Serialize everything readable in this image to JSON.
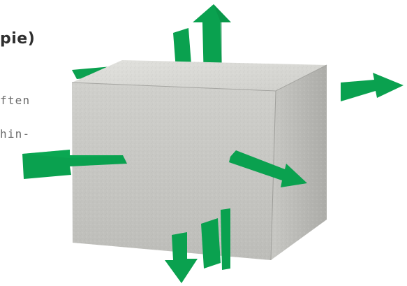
{
  "text": {
    "heading_fragment": "pie)",
    "line_1_fragment": "ften",
    "line_2_fragment": "hin-"
  },
  "illustration": {
    "subject": "concrete-block-with-arrows",
    "colors": {
      "arrow_green": "#0aa14f",
      "arrow_green_dark": "#08843f",
      "block_top": "#d8d8d4",
      "block_front": "#c7c7c3",
      "block_side": "#b4b4b0",
      "block_edge": "#9e9e9a"
    }
  }
}
